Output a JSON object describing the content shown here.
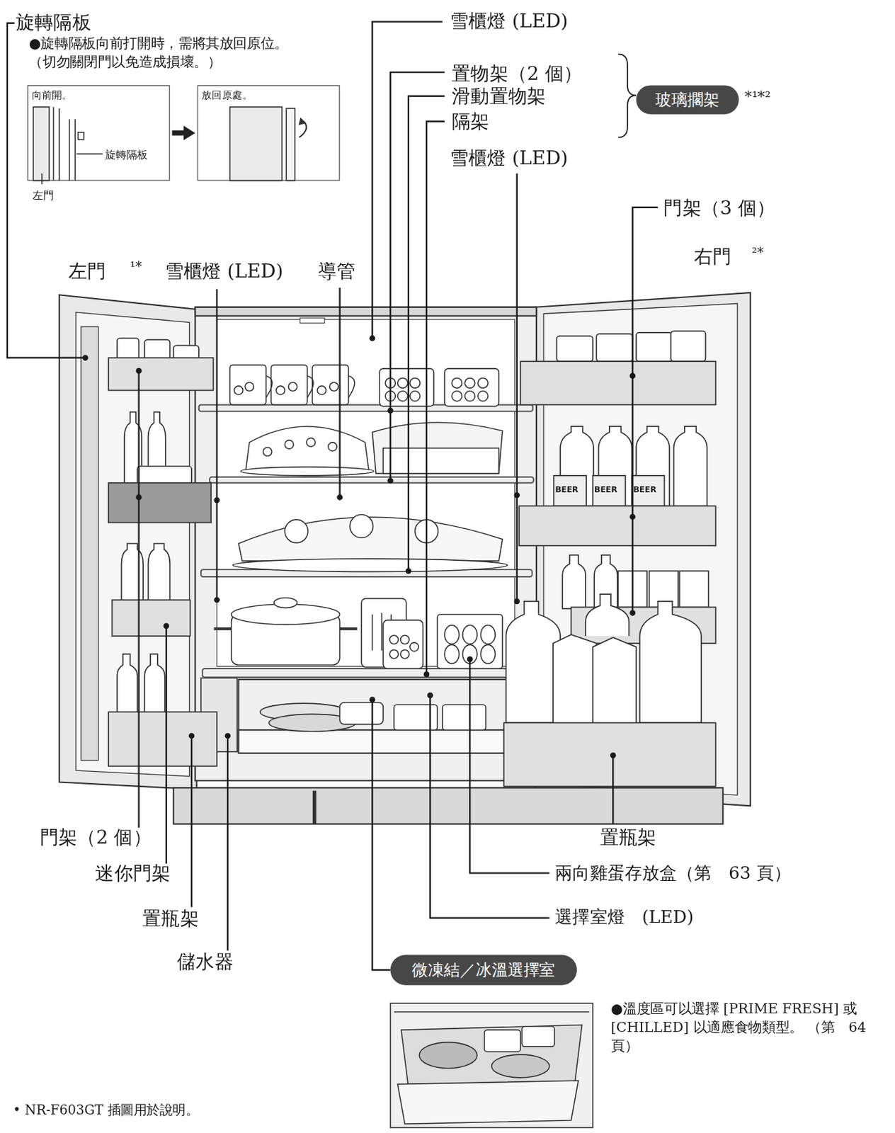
{
  "diagram": {
    "nodes": [
      {
        "text": [
          "向前開。",
          "旋轉隔板",
          "左門"
        ]
      },
      {
        "text": [
          "放回原處。"
        ]
      },
      {
        "text": [
          "玻璃擱架"
        ]
      },
      {
        "text": [
          "微凍結／冰溫選擇室"
        ]
      }
    ],
    "edges": [
      {
        "from": 0,
        "to": 1,
        "arrow": "to"
      }
    ],
    "labels": [
      "旋轉隔板",
      "●旋轉隔板向前打開時，需將其放回原位。 （切勿關閉門以免造成損壞。）",
      "雪櫃燈 (LED)",
      "置物架（2 個）",
      "滑動置物架",
      "隔架",
      "*¹*²",
      "雪櫃燈 (LED)",
      "門架（3 個）",
      "右門",
      "²*",
      "左門",
      "¹*",
      "雪櫃燈 (LED)",
      "導管",
      "BEER",
      "BEER",
      "BEER",
      "門架（2 個）",
      "迷你門架",
      "置瓶架",
      "儲水器",
      "置瓶架",
      "兩向雞蛋存放盒（第　63 頁）",
      "選擇室燈　(LED)",
      "●溫度區可以選擇 [PRIME FRESH] 或 [CHILLED] 以適應食物類型。 （第　64 頁）",
      "• NR-F603GT 插圖用於說明。"
    ]
  }
}
